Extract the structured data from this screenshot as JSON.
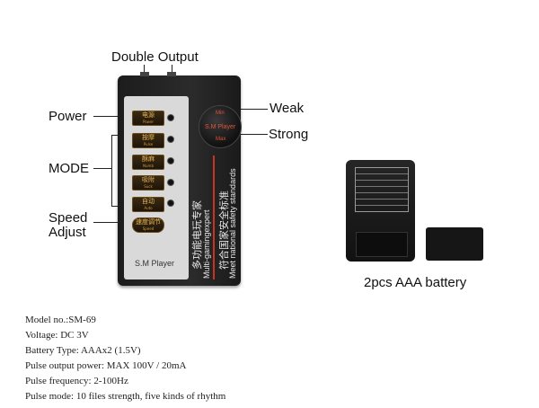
{
  "labels": {
    "double_output": "Double Output",
    "power": "Power",
    "weak": "Weak",
    "strong": "Strong",
    "mode": "MODE",
    "speed_adjust_1": "Speed",
    "speed_adjust_2": "Adjust",
    "battery": "2pcs AAA battery"
  },
  "device": {
    "brand": "S.M Player",
    "knob_min": "Min",
    "knob_max": "Max",
    "knob_brand": "S.M Player",
    "vertical_cn_1": "多功能电玩专家",
    "vertical_en_1": "Multi-gamingexpert",
    "vertical_cn_2": "符合国家安全标准",
    "vertical_en_2": "Meet national safety standards",
    "buttons": [
      {
        "cn": "电源",
        "en": "Power"
      },
      {
        "cn": "按摩",
        "en": "Pulse"
      },
      {
        "cn": "酥麻",
        "en": "Numb"
      },
      {
        "cn": "吸附",
        "en": "Suck"
      },
      {
        "cn": "自动",
        "en": "Auto"
      },
      {
        "cn": "速度调节",
        "en": "Speed"
      }
    ]
  },
  "specs": [
    "Model no.:SM-69",
    "Voltage: DC 3V",
    "Battery Type: AAAx2 (1.5V)",
    "Pulse output power: MAX 100V / 20mA",
    "Pulse frequency: 2-100Hz",
    "Pulse mode: 10 files strength, five kinds of rhythm"
  ]
}
